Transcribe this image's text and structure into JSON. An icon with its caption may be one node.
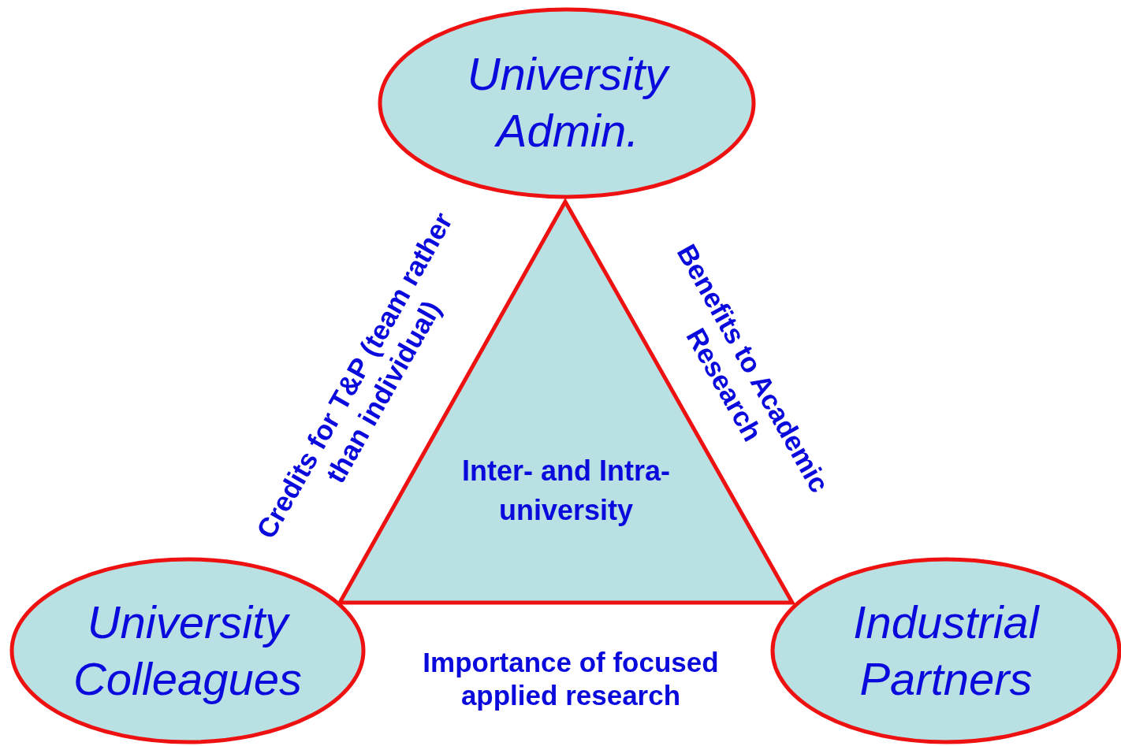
{
  "diagram": {
    "nodes": [
      {
        "text": [
          "University Admin."
        ]
      },
      {
        "text": [
          "Inter- and Intra-university"
        ]
      },
      {
        "text": [
          "University Colleagues"
        ]
      },
      {
        "text": [
          "Industrial Partners"
        ]
      }
    ],
    "edges": [],
    "labels": [
      "Credits for T&P (team rather than individual)",
      "Benefits to Academic Research",
      "Importance of focused applied research"
    ]
  }
}
